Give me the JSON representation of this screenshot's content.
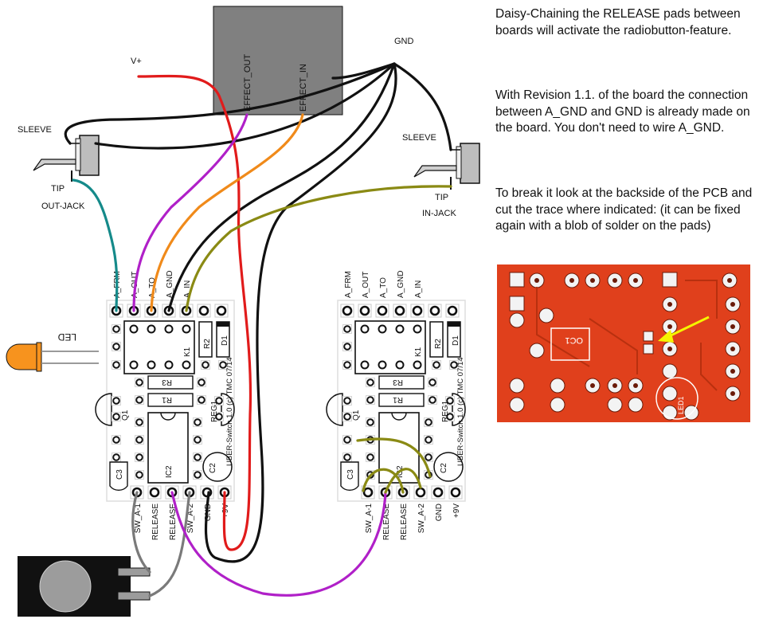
{
  "notes": {
    "daisy": "Daisy-Chaining the RELEASE pads between boards will activate the radiobutton-feature.",
    "revision": "With Revision 1.1. of the board the connection between A_GND and GND is already made on the board. You don't need to wire A_GND.",
    "break_trace": "To break it look at the backside of the PCB and cut the trace where indicated: (it can be fixed again with a blob of solder on the pads)"
  },
  "effect": {
    "out_label": "EFFECT_OUT",
    "in_label": "EFFECT_IN"
  },
  "power": {
    "vplus": "V+",
    "gnd": "GND"
  },
  "out_jack": {
    "sleeve": "SLEEVE",
    "tip": "TIP",
    "name": "OUT-JACK"
  },
  "in_jack": {
    "sleeve": "SLEEVE",
    "tip": "TIP",
    "name": "IN-JACK"
  },
  "led_label": "LED",
  "board": {
    "top_pins": [
      "A_FRM",
      "A_OUT",
      "A_TO",
      "A_GND",
      "A_IN"
    ],
    "bottom_pins": [
      "SW_A-1",
      "RELEASE",
      "RELEASE",
      "SW_A-2",
      "GND",
      "+9V"
    ],
    "silkscreen": "UBER-Switch 1.0 (c) TMC 07/14",
    "parts": {
      "k1": "K1",
      "r2": "R2",
      "d1": "D1",
      "r3": "R3",
      "r1": "R1",
      "q1": "Q1",
      "reg1": "REG1",
      "ic2": "IC2",
      "c2": "C2",
      "c3": "C3"
    }
  },
  "pcb_photo": {
    "oc1": "OC1",
    "led": "LED1"
  },
  "colors": {
    "red": "#e11b1b",
    "black": "#111111",
    "purple": "#b020c8",
    "orange": "#f08a1a",
    "olive": "#8a8a14",
    "teal": "#158a8a",
    "gray": "#7a7a7a",
    "pcb": "#e0401c",
    "arrow": "#f5f500"
  }
}
